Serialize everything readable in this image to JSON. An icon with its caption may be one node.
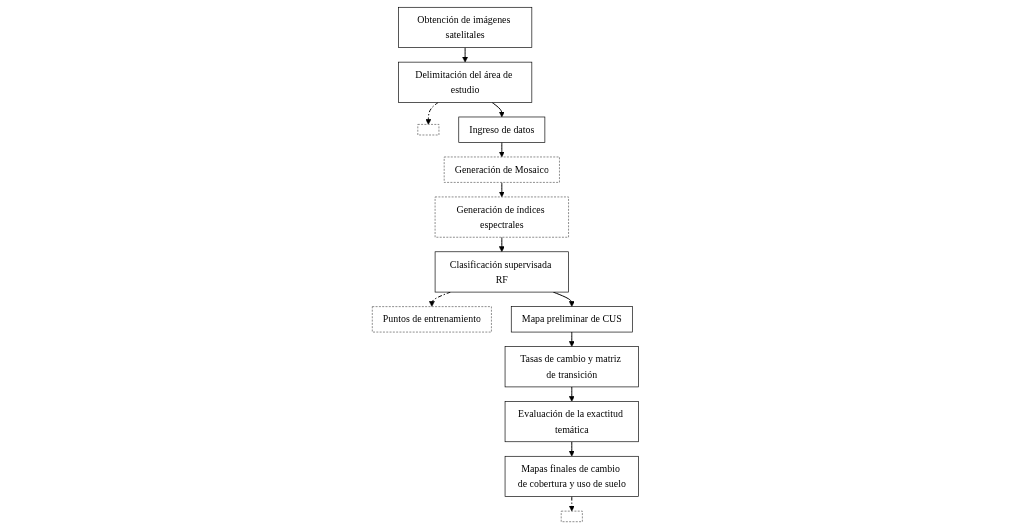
{
  "diagram": {
    "nodes": [
      {
        "text": [
          "Obtención de imágenes satelitales"
        ]
      },
      {
        "text": [
          "Delimitación del área de estudio"
        ]
      },
      {
        "text": [],
        "shape": "box"
      },
      {
        "text": [
          "Ingreso de datos"
        ]
      },
      {
        "text": [
          "Generación de Mosaico"
        ]
      },
      {
        "text": [
          "Generación de índices espectrales"
        ]
      },
      {
        "text": [
          "Clasificación supervisada RF"
        ]
      },
      {
        "text": [
          "Puntos de entrenamiento"
        ]
      },
      {
        "text": [
          "Mapa preliminar de CUS"
        ]
      },
      {
        "text": [
          "Tasas de cambio y matriz de transición"
        ]
      },
      {
        "text": [
          "Evaluación de la exactitud temática"
        ]
      },
      {
        "text": [
          "Mapas finales de cambio de cobertura y uso de suelo"
        ]
      },
      {
        "text": [],
        "shape": "box"
      }
    ],
    "edges": [
      {
        "from": 0,
        "to": 1,
        "arrow": "to"
      },
      {
        "from": 1,
        "to": 2,
        "arrow": "to",
        "style": "dashed"
      },
      {
        "from": 1,
        "to": 3,
        "arrow": "to"
      },
      {
        "from": 3,
        "to": 4,
        "arrow": "to"
      },
      {
        "from": 4,
        "to": 5,
        "arrow": "to"
      },
      {
        "from": 5,
        "to": 6,
        "arrow": "to"
      },
      {
        "from": 6,
        "to": 7,
        "arrow": "to",
        "style": "dashed"
      },
      {
        "from": 6,
        "to": 8,
        "arrow": "to"
      },
      {
        "from": 8,
        "to": 9,
        "arrow": "to"
      },
      {
        "from": 9,
        "to": 10,
        "arrow": "to"
      },
      {
        "from": 10,
        "to": 11,
        "arrow": "to"
      },
      {
        "from": 11,
        "to": 12,
        "arrow": "to",
        "style": "dashed"
      }
    ]
  }
}
